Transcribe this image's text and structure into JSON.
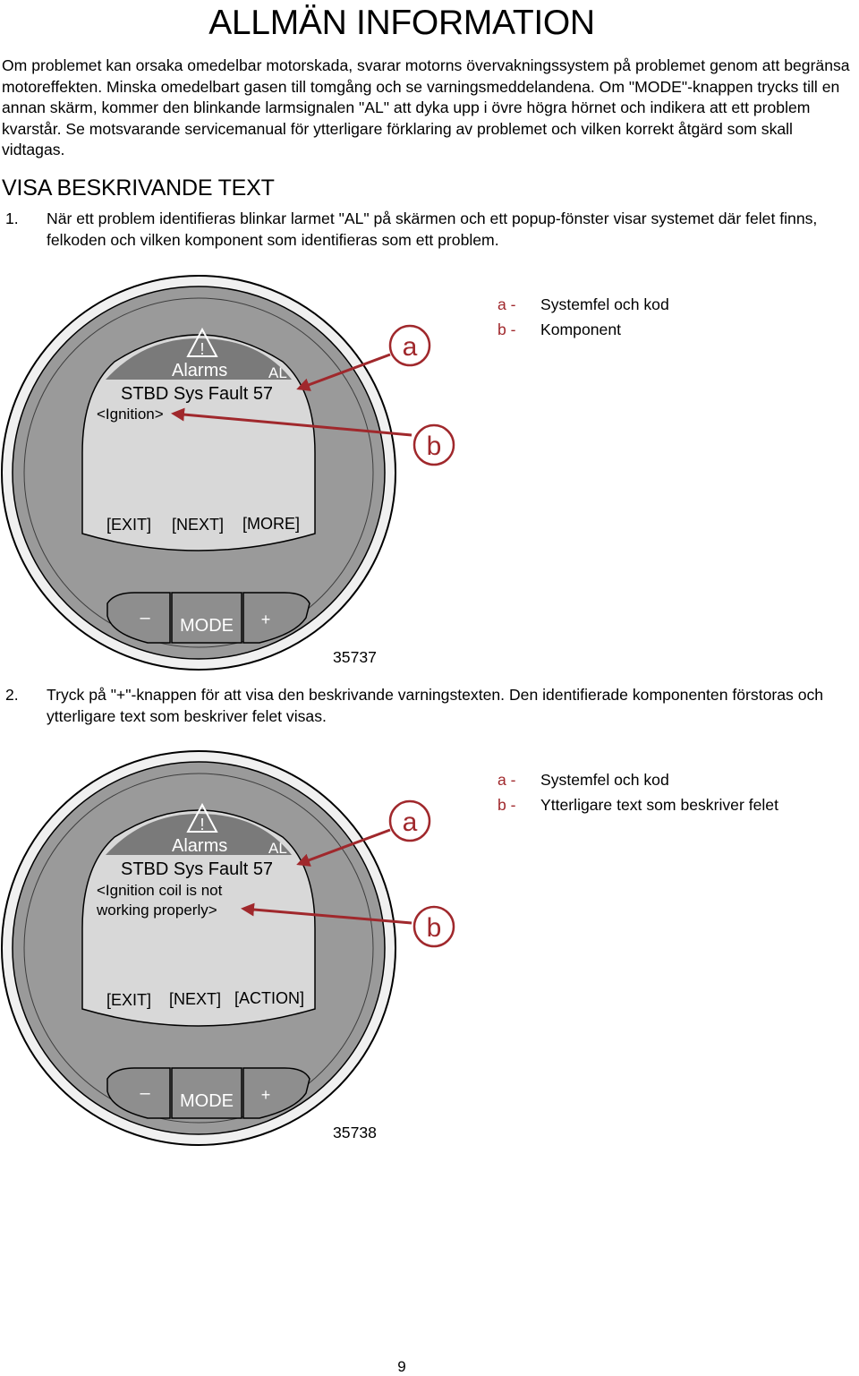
{
  "title": "ALLMÄN INFORMATION",
  "intro": "Om problemet kan orsaka omedelbar motorskada, svarar motorns övervakningssystem på problemet genom att begränsa motoreffekten. Minska omedelbart gasen till tomgång och se varningsmeddelandena. Om \"MODE\"-knappen trycks till en annan skärm, kommer den blinkande larmsignalen \"AL\" att dyka upp i övre högra hörnet och indikera att ett problem kvarstår. Se motsvarande servicemanual för ytterligare förklaring av problemet och vilken korrekt åtgärd som skall vidtagas.",
  "section_heading": "VISA BESKRIVANDE TEXT",
  "steps": [
    {
      "number": "1.",
      "text": "När ett problem identifieras blinkar larmet \"AL\" på skärmen och ett popup-fönster visar systemet där felet finns, felkoden och vilken komponent som identifieras som ett problem."
    },
    {
      "number": "2.",
      "text": "Tryck på \"+\"-knappen för att visa den beskrivande varningstexten. Den identifierade komponenten förstoras och ytterligare text som beskriver felet visas."
    }
  ],
  "figures": [
    {
      "warning_symbol": "!",
      "alarms_label": "Alarms",
      "al_label": "AL",
      "fault_line": "STBD Sys Fault 57",
      "component_lines": [
        "<Ignition>"
      ],
      "buttons": [
        "[EXIT]",
        "[NEXT]",
        "[MORE]"
      ],
      "mode_minus": "–",
      "mode_label": "MODE",
      "mode_plus": "+",
      "callout_a": "a",
      "callout_b": "b",
      "figure_id": "35737",
      "legend": [
        {
          "key": "a -",
          "text": "Systemfel och kod"
        },
        {
          "key": "b -",
          "text": "Komponent"
        }
      ]
    },
    {
      "warning_symbol": "!",
      "alarms_label": "Alarms",
      "al_label": "AL",
      "fault_line": "STBD Sys Fault 57",
      "component_lines": [
        "<Ignition coil is not",
        "working properly>"
      ],
      "buttons": [
        "[EXIT]",
        "[NEXT]",
        "[ACTION]"
      ],
      "mode_minus": "–",
      "mode_label": "MODE",
      "mode_plus": "+",
      "callout_a": "a",
      "callout_b": "b",
      "figure_id": "35738",
      "legend": [
        {
          "key": "a -",
          "text": "Systemfel och kod"
        },
        {
          "key": "b -",
          "text": "Ytterligare text som beskriver felet"
        }
      ]
    }
  ],
  "page_number": "9",
  "colors": {
    "callout_red": "#a0282c",
    "bezel": "#9a9a9a",
    "screen": "#d8d8d8",
    "banner": "#7a7a7a"
  }
}
